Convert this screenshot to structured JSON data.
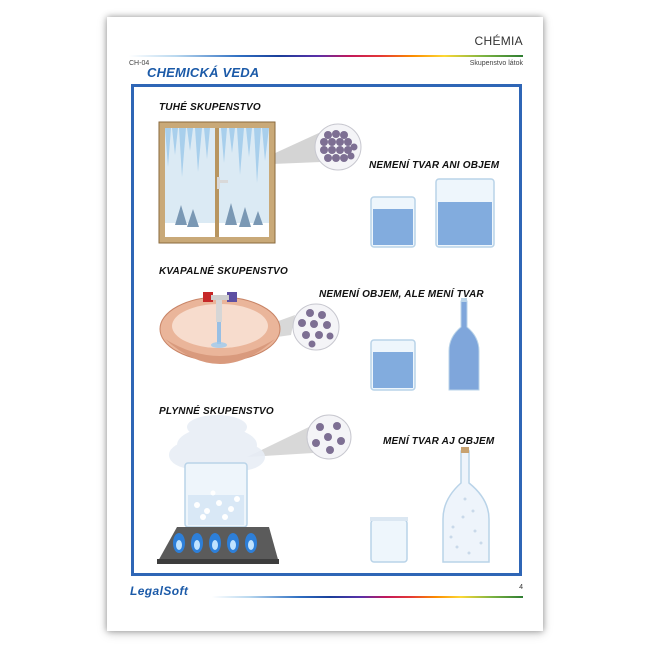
{
  "header": {
    "subject": "CHÉMIA",
    "subtopic": "Skupenstvo látok",
    "code": "CH-04"
  },
  "title": "CHEMICKÁ VEDA",
  "sections": [
    {
      "state_label": "TUHÉ SKUPENSTVO",
      "property_label": "NEMENÍ TVAR ANI OBJEM"
    },
    {
      "state_label": "KVAPALNÉ SKUPENSTVO",
      "property_label": "NEMENÍ OBJEM, ALE MENÍ TVAR"
    },
    {
      "state_label": "PLYNNÉ SKUPENSTVO",
      "property_label": "MENÍ TVAR AJ OBJEM"
    }
  ],
  "footer": {
    "brand": "LegalSoft",
    "page_number": "4"
  },
  "colors": {
    "accent": "#2f66b6",
    "particle": "#7d6f93",
    "liquid": "#6f9fd8",
    "glass": "#cfe3f4"
  },
  "illustrations": [
    "frozen-window",
    "water-sink",
    "boiling-beaker",
    "glass-beaker",
    "glass-bottle",
    "particle-lens"
  ]
}
